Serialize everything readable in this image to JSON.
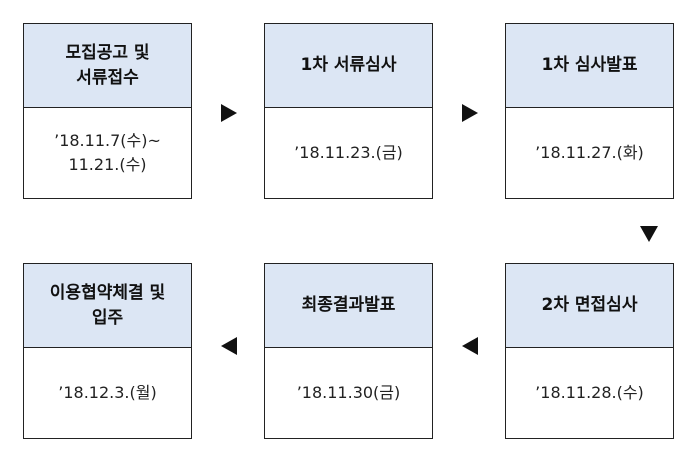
{
  "steps": [
    {
      "title": "모집공고 및\n서류접수",
      "date": "’18.11.7(수)~\n11.21.(수)"
    },
    {
      "title": "1차 서류심사",
      "date": "’18.11.23.(금)"
    },
    {
      "title": "1차 심사발표",
      "date": "’18.11.27.(화)"
    },
    {
      "title": "이용협약체결 및\n입주",
      "date": "’18.12.3.(월)"
    },
    {
      "title": "최종결과발표",
      "date": "’18.11.30(금)"
    },
    {
      "title": "2차 면접심사",
      "date": "’18.11.28.(수)"
    }
  ],
  "colors": {
    "header_fill": "#dce6f4",
    "border": "#222222",
    "arrow": "#111111"
  },
  "arrows": [
    "right",
    "right",
    "down",
    "left",
    "left"
  ]
}
